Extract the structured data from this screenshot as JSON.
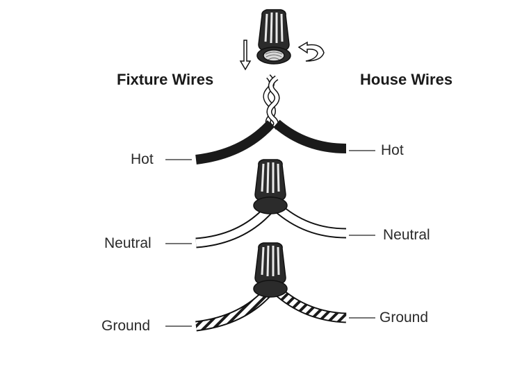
{
  "headings": {
    "fixture": "Fixture Wires",
    "house": "House Wires"
  },
  "labels": {
    "fixture_hot": "Hot",
    "house_hot": "Hot",
    "fixture_neutral": "Neutral",
    "house_neutral": "Neutral",
    "fixture_ground": "Ground",
    "house_ground": "Ground"
  },
  "icons": {
    "down_arrow": "down-arrow-icon",
    "rotate_arrow": "rotate-arrow-icon"
  },
  "colors": {
    "line": "#1a1a1a",
    "hot_wire": "#1a1a1a",
    "neutral_wire": "#ffffff",
    "connector": "#2b2b2b"
  }
}
